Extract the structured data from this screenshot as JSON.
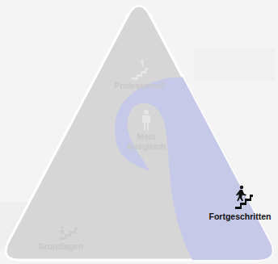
{
  "diagram": {
    "nodes": [
      {
        "text": [
          "Professionell"
        ]
      },
      {
        "text": [
          "Mein Ausgleich"
        ]
      },
      {
        "text": [
          "Fortgeschritten"
        ]
      },
      {
        "text": [
          "Grundlagen"
        ]
      }
    ]
  }
}
